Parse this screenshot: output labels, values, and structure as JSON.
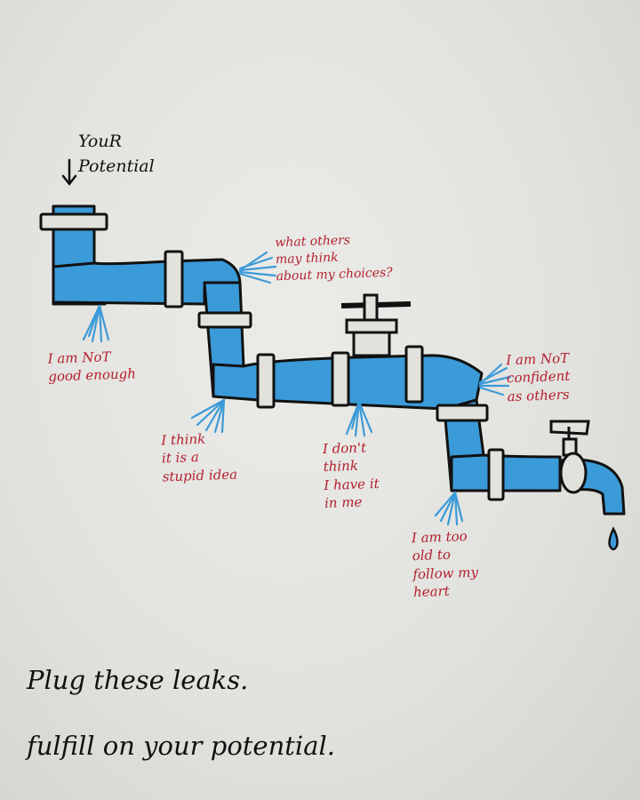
{
  "header": {
    "line1": "YouR",
    "line2": "Potential"
  },
  "leaks": [
    {
      "id": "not-good-enough",
      "text": "I am NoT\ngood enough"
    },
    {
      "id": "stupid-idea",
      "text": "I think\nit is a\nstupid idea"
    },
    {
      "id": "others-think",
      "text": "what others\nmay think\nabout my choices?"
    },
    {
      "id": "dont-have-it",
      "text": "I don't\nthink\nI have it\nin me"
    },
    {
      "id": "not-confident",
      "text": "I am NoT\nconfident\nas others"
    },
    {
      "id": "too-old",
      "text": "I am too\nold to\nfollow my\nheart"
    }
  ],
  "captions": {
    "line1": "Plug these leaks.",
    "line2": "fulfill on your potential."
  },
  "colors": {
    "water": "#3b9ad8",
    "ink": "#111111",
    "label": "#b3202e",
    "paper": "#e8e8e4",
    "fitting": "#e2e2dc"
  },
  "icons": [
    "down-arrow-icon",
    "valve-handle-icon",
    "faucet-icon",
    "water-drop-icon",
    "leak-spray-icon"
  ]
}
